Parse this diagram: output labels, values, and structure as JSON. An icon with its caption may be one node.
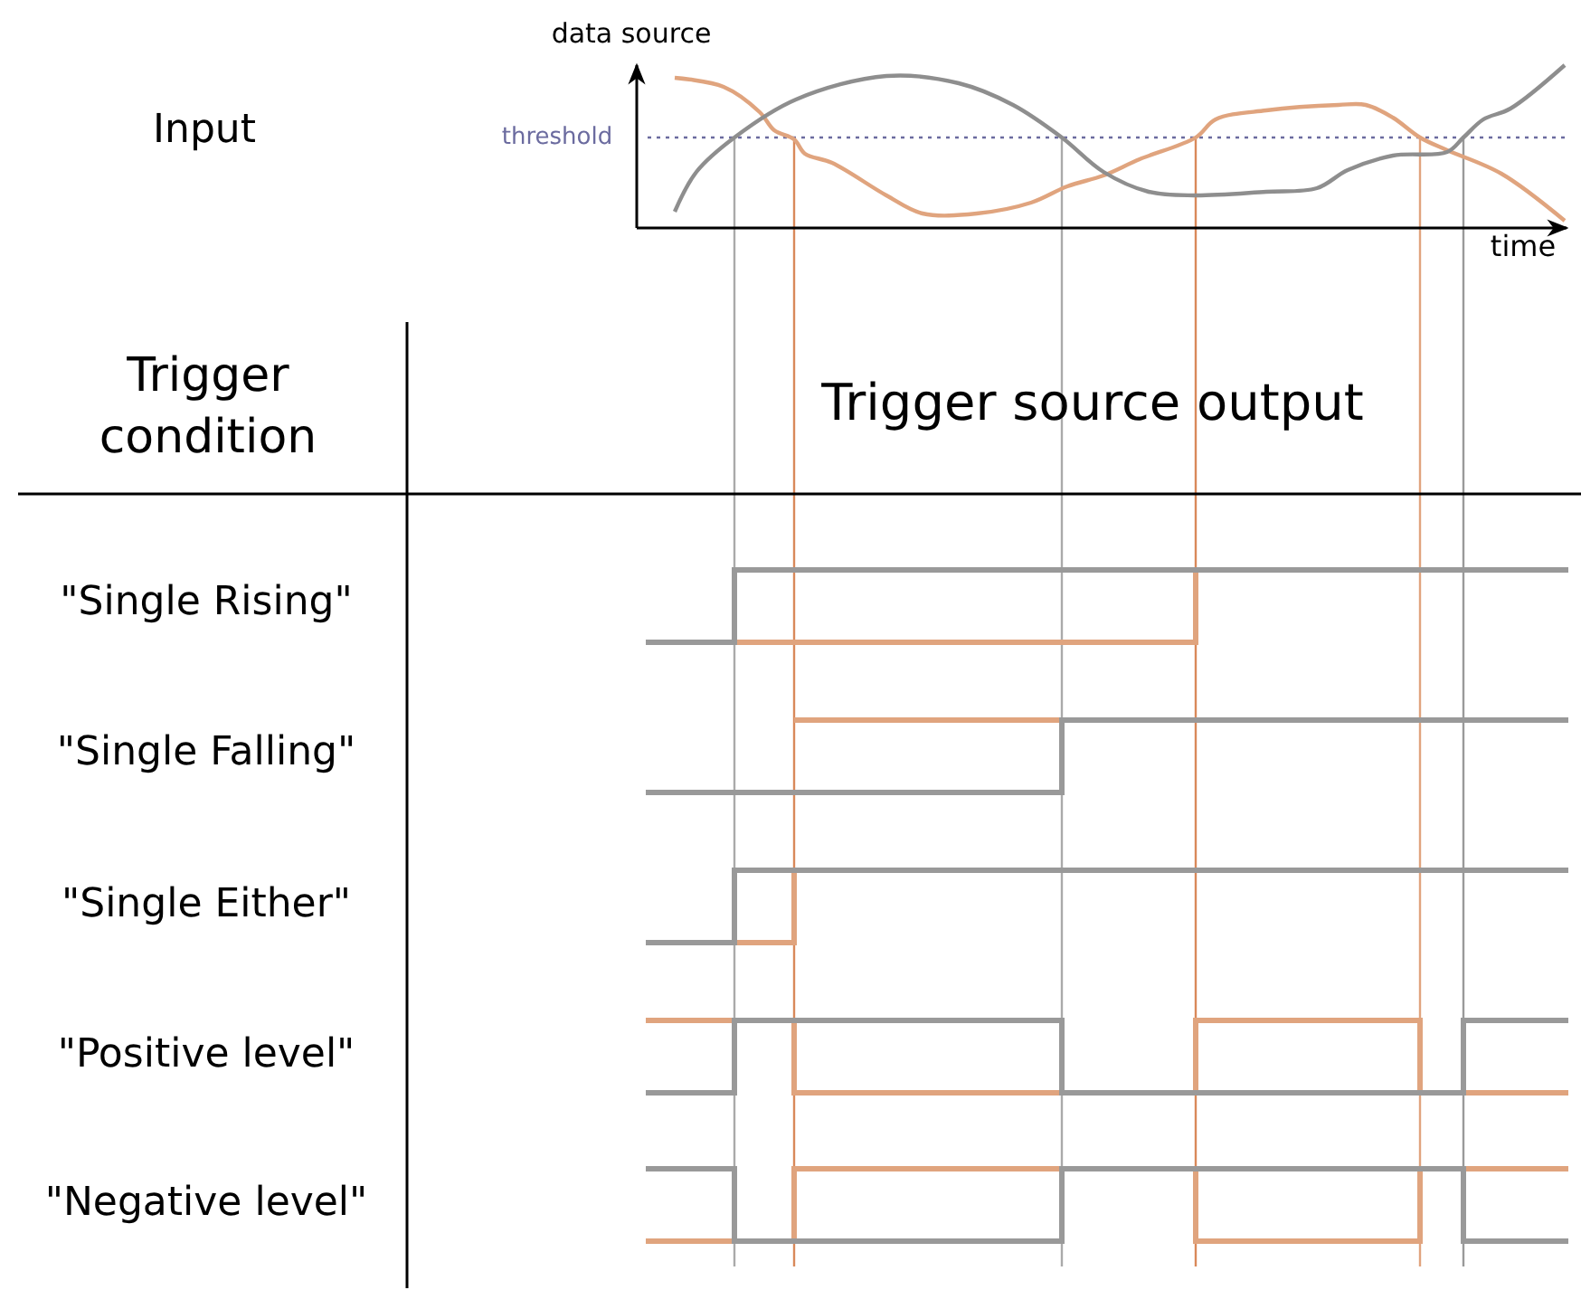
{
  "diagram": {
    "labels": [
      "Input",
      "data source",
      "threshold",
      "time",
      "Trigger condition",
      "Trigger source output",
      "\"Single Rising\"",
      "\"Single Falling\"",
      "\"Single Either\"",
      "\"Positive level\"",
      "\"Negative level\""
    ]
  }
}
